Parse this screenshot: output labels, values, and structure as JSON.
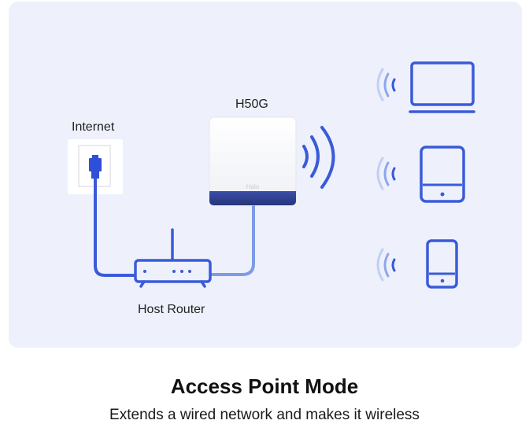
{
  "diagram": {
    "internet_label": "Internet",
    "device_label": "H50G",
    "device_brand": "Halo",
    "router_label": "Host Router",
    "clients": [
      {
        "icon": "laptop-icon"
      },
      {
        "icon": "tablet-icon"
      },
      {
        "icon": "phone-icon"
      }
    ]
  },
  "caption": {
    "title": "Access Point Mode",
    "description": "Extends a wired network and makes it wireless"
  },
  "colors": {
    "panel_background": "#eef1fc",
    "accent_blue": "#3b5bdb",
    "light_blue": "#7f9be6",
    "device_base": "#2e3e8c"
  }
}
